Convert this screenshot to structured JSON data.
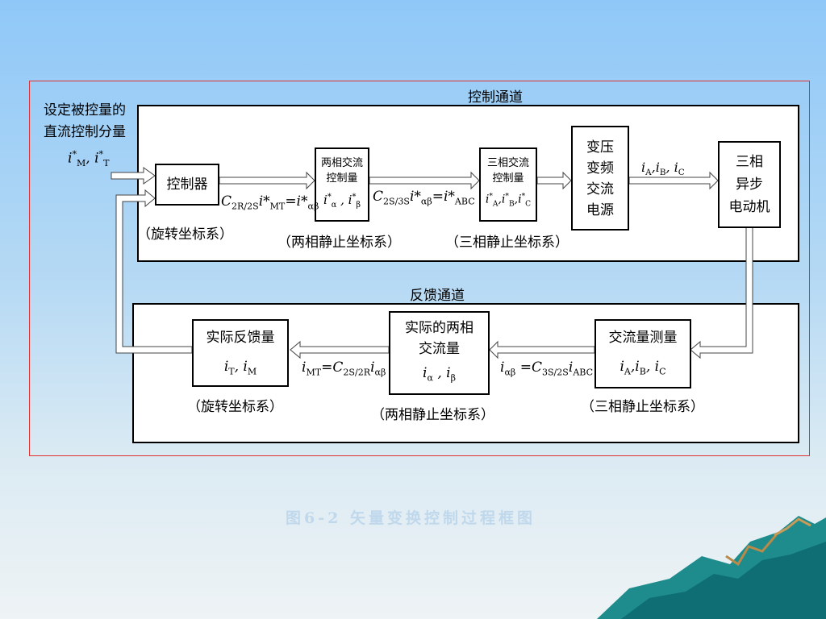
{
  "top_note": {
    "line1": "设定被控量的",
    "line2": "直流控制分量"
  },
  "control_channel_label": "控制通道",
  "feedback_channel_label": "反馈通道",
  "blocks": {
    "controller": "控制器",
    "two_phase_cmd": {
      "line1": "两相交流",
      "line2": "控制量"
    },
    "three_phase_cmd": {
      "line1": "三相交流",
      "line2": "控制量"
    },
    "inverter": [
      "变压",
      "变频",
      "交流",
      "电源"
    ],
    "motor": [
      "三相",
      "异步",
      "电动机"
    ],
    "measure": "交流量测量",
    "actual_two_phase": {
      "line1": "实际的两相",
      "line2": "交流量"
    },
    "actual_feedback": "实际反馈量"
  },
  "frames": {
    "rotating": "（旋转坐标系）",
    "two_static": "（两相静止坐标系）",
    "three_static": "（三相静止坐标系）"
  },
  "caption": "图6-2   矢量变换控制过程框图",
  "colors": {
    "background": "#9ccdf6",
    "frame": "#e03030",
    "line": "#000000"
  }
}
